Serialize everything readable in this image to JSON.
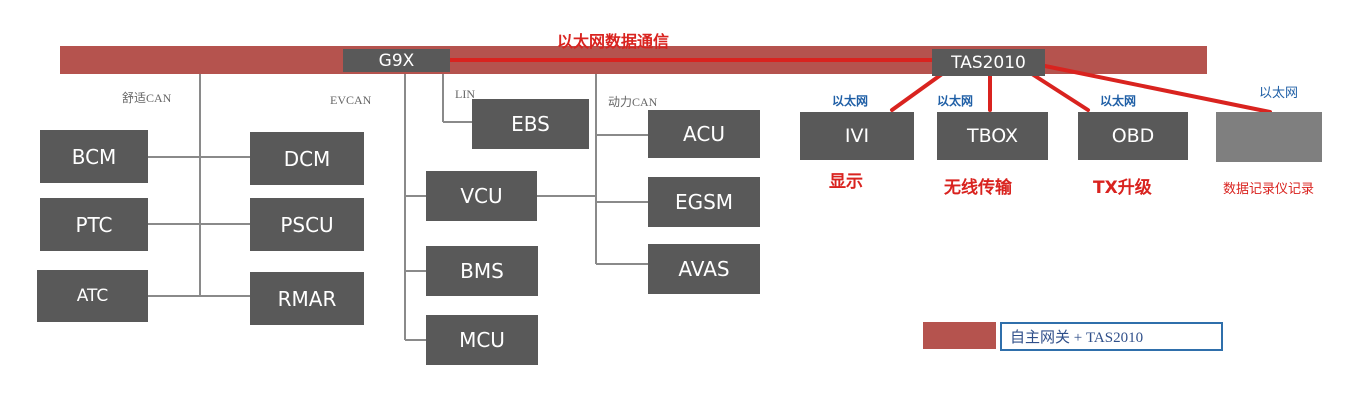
{
  "backbone": {
    "title": "以太网数据通信",
    "color": "#b5534e",
    "gateway_left": "G9X",
    "gateway_right": "TAS2010"
  },
  "buses": {
    "comfort_can": "舒适CAN",
    "ev_can": "EVCAN",
    "lin": "LIN",
    "power_can": "动力CAN"
  },
  "left_ecus": {
    "col1": [
      "BCM",
      "PTC",
      "ATC"
    ],
    "col2": [
      "DCM",
      "PSCU",
      "RMAR"
    ]
  },
  "middle_ecus": [
    "VCU",
    "BMS",
    "MCU"
  ],
  "lin_ecus": [
    "EBS"
  ],
  "power_ecus": [
    "ACU",
    "EGSM",
    "AVAS"
  ],
  "ethernet_nodes": [
    {
      "label": "IVI",
      "link": "以太网",
      "caption": "显示"
    },
    {
      "label": "TBOX",
      "link": "以太网",
      "caption": "无线传输"
    },
    {
      "label": "OBD",
      "link": "以太网",
      "caption": "TX升级"
    }
  ],
  "recorder": {
    "link": "以太网",
    "caption": "数据记录仪记录"
  },
  "legend": {
    "text": "自主网关 + TAS2010"
  },
  "colors": {
    "box": "#595959",
    "red": "#d9231f",
    "blue": "#1f5fa6",
    "line": "#8a8a8a"
  }
}
